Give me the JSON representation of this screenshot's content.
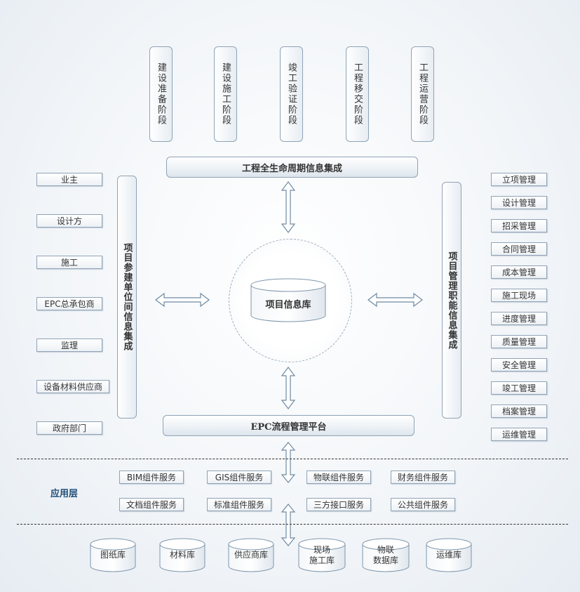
{
  "phases": [
    {
      "label": "建设准备阶段"
    },
    {
      "label": "建设施工阶段"
    },
    {
      "label": "竣工验证阶段"
    },
    {
      "label": "工程移交阶段"
    },
    {
      "label": "工程运营阶段"
    }
  ],
  "lifecycle_bar": "工程全生命周期信息集成",
  "platform_bar": "EPC流程管理平台",
  "center_db": "项目信息库",
  "left_column": "项目参建单位间信息集成",
  "right_column": "项目管理职能信息集成",
  "participants": [
    {
      "label": "业主"
    },
    {
      "label": "设计方"
    },
    {
      "label": "施工"
    },
    {
      "label": "EPC总承包商"
    },
    {
      "label": "监理"
    },
    {
      "label": "设备材料供应商"
    },
    {
      "label": "政府部门"
    }
  ],
  "functions": [
    {
      "label": "立项管理"
    },
    {
      "label": "设计管理"
    },
    {
      "label": "招采管理"
    },
    {
      "label": "合同管理"
    },
    {
      "label": "成本管理"
    },
    {
      "label": "施工现场"
    },
    {
      "label": "进度管理"
    },
    {
      "label": "质量管理"
    },
    {
      "label": "安全管理"
    },
    {
      "label": "竣工管理"
    },
    {
      "label": "档案管理"
    },
    {
      "label": "运维管理"
    }
  ],
  "app_layer_label": "应用层",
  "services": [
    {
      "label": "BIM组件服务"
    },
    {
      "label": "GIS组件服务"
    },
    {
      "label": "物联组件服务"
    },
    {
      "label": "财务组件服务"
    },
    {
      "label": "文档组件服务"
    },
    {
      "label": "标准组件服务"
    },
    {
      "label": "三方接口服务"
    },
    {
      "label": "公共组件服务"
    }
  ],
  "databases": [
    {
      "label": "图纸库"
    },
    {
      "label": "材料库"
    },
    {
      "label": "供应商库"
    },
    {
      "label": "现场\n施工库"
    },
    {
      "label": "物联\n数据库"
    },
    {
      "label": "运维库"
    }
  ],
  "colors": {
    "border": "#8fa3b6",
    "arrow_fill": "#ffffff",
    "arrow_stroke": "#6f8ba3",
    "layer_label": "#1f4e79"
  }
}
